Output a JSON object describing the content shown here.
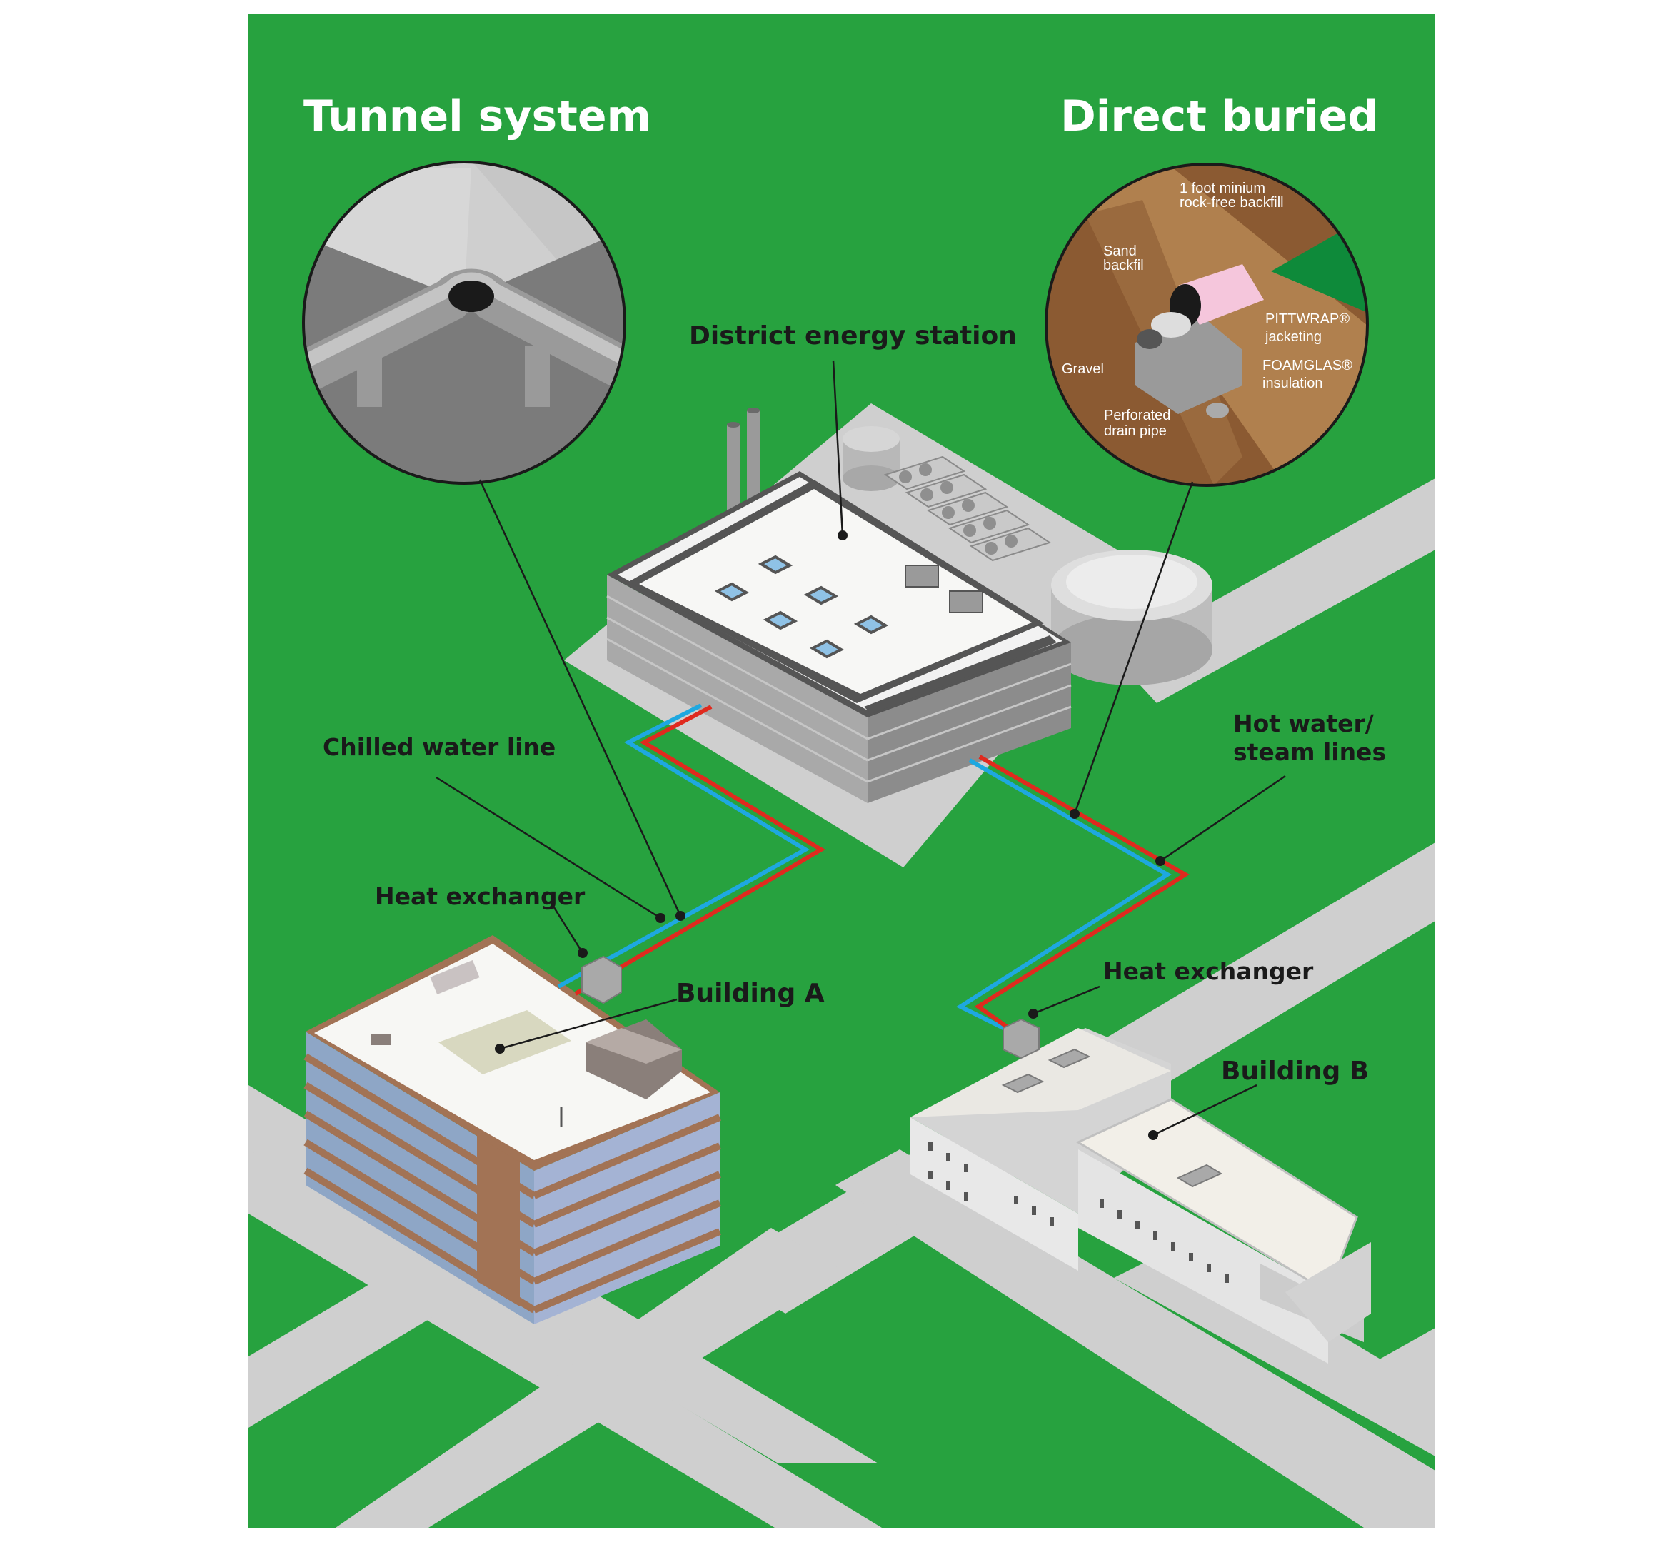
{
  "titles": {
    "tunnel": "Tunnel system",
    "direct": "Direct buried"
  },
  "labels": {
    "station": "District energy station",
    "chilled": "Chilled water line",
    "hotwater_1": "Hot water/",
    "hotwater_2": "steam lines",
    "hx_a": "Heat exchanger",
    "hx_b": "Heat exchanger",
    "building_a": "Building A",
    "building_b": "Building B"
  },
  "burial_detail": {
    "backfill_1": "1 foot minium",
    "backfill_2": "rock-free backfill",
    "sand_1": "Sand",
    "sand_2": "backfil",
    "pittwrap_1": "PITTWRAP®",
    "pittwrap_2": "jacketing",
    "foamglas_1": "FOAMGLAS®",
    "foamglas_2": "insulation",
    "gravel": "Gravel",
    "drain_1": "Perforated",
    "drain_2": "drain pipe"
  },
  "colors": {
    "grass": "#27a23f",
    "road": "#cfcfcf",
    "chilled": "#1ea8e0",
    "hot": "#e02a1e",
    "soil": "#8b5a32",
    "jacket": "#f5c6dc"
  }
}
